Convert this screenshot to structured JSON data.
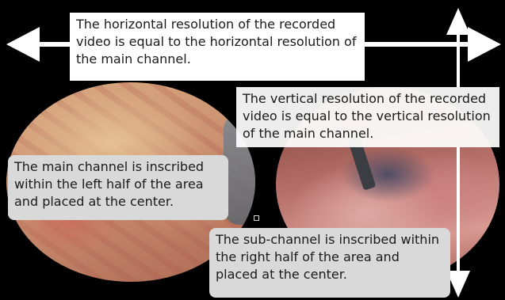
{
  "annotations": {
    "horizontal_resolution": "The horizontal resolution of the recorded video is equal to the horizontal resolution of the main channel.",
    "vertical_resolution": "The vertical resolution of the recorded video is equal to the vertical resolution of the main channel.",
    "main_channel": "The main channel is inscribed within the left half of the area and placed at the center.",
    "sub_channel": "The sub-channel is inscribed within the right half of the area and placed at the center."
  },
  "colors": {
    "background": "#000000",
    "arrow": "#ffffff",
    "primary_label_bg": "#ffffff",
    "secondary_label_bg": "#d9d9d9"
  },
  "icons": [
    "horizontal-double-arrow-icon",
    "vertical-double-arrow-icon"
  ]
}
